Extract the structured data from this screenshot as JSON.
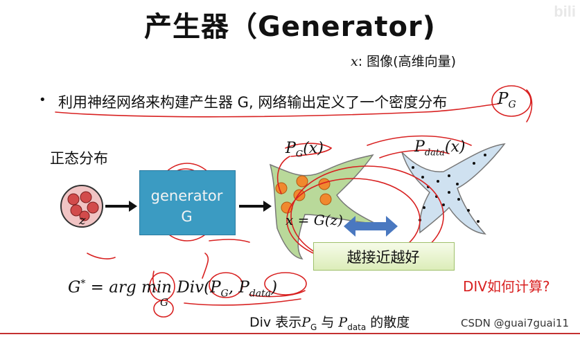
{
  "title": "产生器（Generator)",
  "watermark": "bili",
  "x_note": {
    "var": "x",
    "text": ": 图像(高维向量)"
  },
  "bullet": {
    "dot": "•",
    "text": "利用神经网络来构建产生器 G, 网络输出定义了一个密度分布",
    "math_main": "P",
    "math_sub": "G"
  },
  "normal_label": "正态分布",
  "z_label": "z",
  "generator": {
    "line1": "generator",
    "line2": "G"
  },
  "pg_label": {
    "main": "P",
    "sub": "G",
    "arg": "(x)"
  },
  "pdata_label": {
    "main": "P",
    "sub": "data",
    "arg": "(x)"
  },
  "x_eq": "x = G(z)",
  "closer_label": "越接近越好",
  "formula": {
    "lhs": "G",
    "star": "*",
    "rest": " = arg min Div(",
    "p1": "P",
    "p1_sub": "G",
    "comma": ", ",
    "p2": "P",
    "p2_sub": "data",
    "close": ")",
    "under": "G"
  },
  "div_note": {
    "pre": "Div 表示",
    "p1": "P",
    "p1_sub": "G",
    "mid": " 与 ",
    "p2": "P",
    "p2_sub": "data",
    "post": " 的散度"
  },
  "div_question": "DIV如何计算?",
  "credit": "CSDN @guai7guai11",
  "colors": {
    "generator_box": "#3b9bc2",
    "pg_shape": "#b9d99a",
    "pdata_shape": "#cfe1f0",
    "orange_dots": "#f0892f",
    "annotation_red": "#d82020",
    "closer_box": "#dcedb9",
    "arrow_blue": "#4a78c0"
  }
}
